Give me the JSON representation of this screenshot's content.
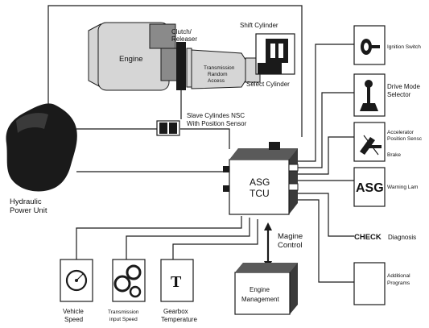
{
  "labels": {
    "engine": "Engine",
    "clutch_1": "Clutch/",
    "clutch_2": "Releaser",
    "shift_cylinder": "Shift Cylinder",
    "select_cylinder": "Select Cylinder",
    "transmission_1": "Transmission",
    "transmission_2": "Random",
    "transmission_3": "Access",
    "slave_1": "Slave Cylindes NSC",
    "slave_2": "With Position Sensor",
    "hydraulic_1": "Hydraulic",
    "hydraulic_2": "Power Unit",
    "tcu_1": "ASG",
    "tcu_2": "TCU",
    "magine_1": "Magine",
    "magine_2": "Control",
    "engine_mgmt_1": "Engine",
    "engine_mgmt_2": "Management",
    "ignition": "Ignition Switch",
    "drive_mode_1": "Drive Mode",
    "drive_mode_2": "Selector",
    "accel_1": "Accelerator",
    "accel_2": "Position Sensc",
    "brake": "Brake",
    "asg_badge": "ASG",
    "warning": "Warning Lam",
    "check": "CHECK",
    "diagnosis": "Diagnosis",
    "additional_1": "Additional",
    "additional_2": "Programs",
    "vehicle_1": "Vehicle",
    "vehicle_2": "Speed",
    "trans_input_1": "Transmission",
    "trans_input_2": "input Speed",
    "gearbox_1": "Gearbox",
    "gearbox_2": "Temperature",
    "gearbox_glyph": "T"
  }
}
